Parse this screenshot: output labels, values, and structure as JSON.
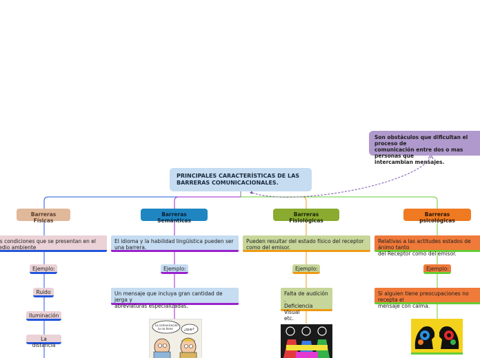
{
  "root": {
    "line1": "PRINCIPALES CARACTERÍSTICAS DE LAS",
    "line2": "BARRERAS COMUNICACIONALES."
  },
  "note": {
    "line1": "Son obstáculos que dificultan el proceso de",
    "line2": "comunicación entre dos o mas personas que",
    "line3": "intercambian mensajes."
  },
  "branches": {
    "fisicas": {
      "title": "Barreras Físicas",
      "desc_line1": "Las condiciones que se presentan en el",
      "desc_line2": "medio ambiente",
      "example": "Ejemplo:",
      "items": [
        "Ruido",
        "Iluminación",
        "La distancia"
      ],
      "color": "#2255dd"
    },
    "semanticas": {
      "title": "Barreras Semánticas",
      "desc_line1": "El idioma y la habilidad lingüística pueden ser",
      "desc_line2": "una barrera.",
      "example": "Ejemplo:",
      "example_desc_line1": "Un mensaje que incluya gran cantidad de jerga y",
      "example_desc_line2": "abreviaturas especializadas.",
      "cartoon_bubble1_line1": "La comunicación",
      "cartoon_bubble1_line2": "tu no tiene",
      "cartoon_bubble2": "¿que?",
      "color": "#9922cc"
    },
    "fisiologicas": {
      "title": "Barreras Fisiológicas",
      "desc_line1": "Pueden resultar del estado físico del receptor",
      "desc_line2": "como del emisor.",
      "example": "Ejemplo:",
      "example_desc_line1": "Falta de audición .",
      "example_desc_line2": "Deficiencia Visual",
      "example_desc_line3": "etc.",
      "color": "#ee9911"
    },
    "psicologicas": {
      "title": "Barreras psicológicas",
      "desc_line1": "Relativas a las actitudes estados de ánimo tanto",
      "desc_line2": "del Receptor como del emisor.",
      "example": "Ejemplo:",
      "example_desc_line1": "Si alguien tiene preocupaciones no recepta el",
      "example_desc_line2": "mensaje con calma.",
      "color": "#66cc33"
    }
  },
  "colors": {
    "root_bg": "#c5dcf1",
    "note_bg": "#b09acd",
    "fisicas_bg": "#e0b89a",
    "fisicas_light": "#ead2d6",
    "semanticas_bg": "#1f86c2",
    "semanticas_light": "#c5dcf1",
    "fisiologicas_bg": "#8aaa30",
    "fisiologicas_light": "#c7d69a",
    "psicologicas_bg": "#f07a22",
    "psicologicas_light": "#f07a3a"
  }
}
